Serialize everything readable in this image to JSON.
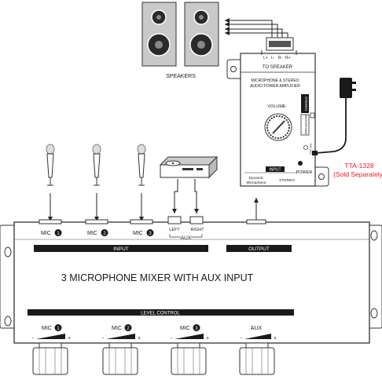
{
  "speakers": {
    "label": "SPEAKERS"
  },
  "amplifier": {
    "terminal_labels": [
      "L+",
      "L-",
      "R-",
      "R+"
    ],
    "to_speaker": "TO SPEAKER",
    "title_line1": "MICROPHONE & STEREO",
    "title_line2": "AUDIO POWER AMPLIFIER",
    "volume_label": "VOLUME",
    "switch_stereo": "STEREO",
    "switch_microphone": "MICROPHONE",
    "dc_label": "DC 12V",
    "power_label": "POWER",
    "input_label": "INPUT",
    "input_mic_line1": "Dynamic",
    "input_mic_line2": "Microphone",
    "input_stereo": "STEREO"
  },
  "adapter": {
    "model": "TTA-1328",
    "note": "(Sold Separately)",
    "accent_color": "#e8192c"
  },
  "mixer": {
    "title": "3 MICROPHONE MIXER WITH AUX INPUT",
    "inputs": [
      {
        "label": "MIC",
        "number": "1"
      },
      {
        "label": "MIC",
        "number": "2"
      },
      {
        "label": "MIC",
        "number": "3"
      }
    ],
    "aux_left": "LEFT",
    "aux_right": "RIGHT",
    "aux_label": "AUX",
    "input_bar": "INPUT",
    "output_bar": "OUTPUT",
    "level_control": "LEVEL CONTROL",
    "knobs": [
      {
        "label": "MIC",
        "number": "1"
      },
      {
        "label": "MIC",
        "number": "2"
      },
      {
        "label": "MIC",
        "number": "3"
      },
      {
        "label": "AUX",
        "number": ""
      }
    ],
    "minus": "-",
    "plus": "+"
  }
}
